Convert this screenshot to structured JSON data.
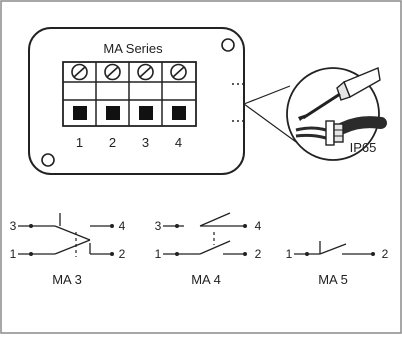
{
  "colors": {
    "frame_border": "#8a8a8a",
    "stroke": "#222222",
    "fill_dark": "#111111",
    "terminal_gray": "#e6e6e6",
    "cable_dark": "#2b2b2b"
  },
  "housing": {
    "title": "MA Series",
    "terminals": [
      "1",
      "2",
      "3",
      "4"
    ]
  },
  "detail": {
    "rating": "IP65"
  },
  "schematics": [
    {
      "model": "MA 3",
      "top": [
        "3",
        "4"
      ],
      "bottom": [
        "1",
        "2"
      ]
    },
    {
      "model": "MA 4",
      "top": [
        "3",
        "4"
      ],
      "bottom": [
        "1",
        "2"
      ]
    },
    {
      "model": "MA 5",
      "top": [],
      "bottom": [
        "1",
        "2"
      ]
    }
  ]
}
